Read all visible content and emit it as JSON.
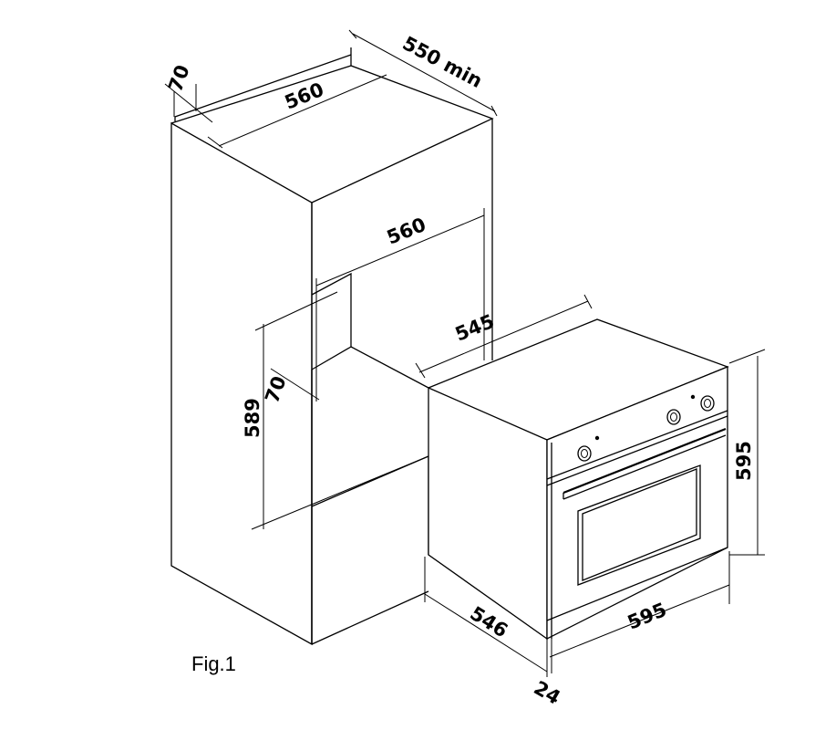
{
  "figure_label": "Fig.1",
  "dimensions": {
    "cabinet_depth": "550 min",
    "top_width": "560",
    "top_gap": "70",
    "niche_width": "560",
    "niche_height": "589",
    "niche_gap": "70",
    "oven_depth": "545",
    "oven_height": "595",
    "oven_width": "595",
    "oven_body_depth": "546",
    "front_panel": "24"
  }
}
